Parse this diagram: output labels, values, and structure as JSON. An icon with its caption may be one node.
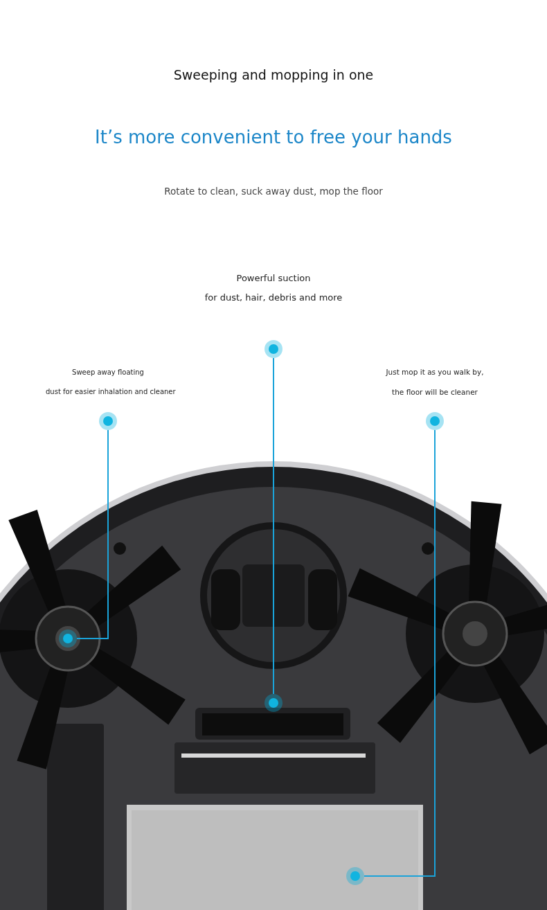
{
  "diagram": {
    "title": "It’s more convenient to free your hands",
    "nodes": [
      {
        "text": [
          "Sweep away floating",
          "dust for easier inhalation and cleaner"
        ]
      },
      {
        "text": [
          "for dust, hair, debris and more"
        ]
      },
      {
        "text": [
          "Just mop it as you walk by,",
          "the floor will be cleaner"
        ]
      },
      {
        "text": [],
        "shape": "circle"
      },
      {
        "text": [],
        "shape": "circle"
      },
      {
        "text": [],
        "shape": "circle"
      }
    ],
    "edges": [
      {
        "from": 0,
        "to": 3,
        "arrow": "none"
      },
      {
        "from": 1,
        "to": 4,
        "arrow": "none"
      },
      {
        "from": 2,
        "to": 5,
        "arrow": "none"
      }
    ],
    "labels": [
      "Sweeping and mopping in one",
      "Rotate to clean, suck away dust, mop the floor",
      "Powerful suction"
    ]
  }
}
